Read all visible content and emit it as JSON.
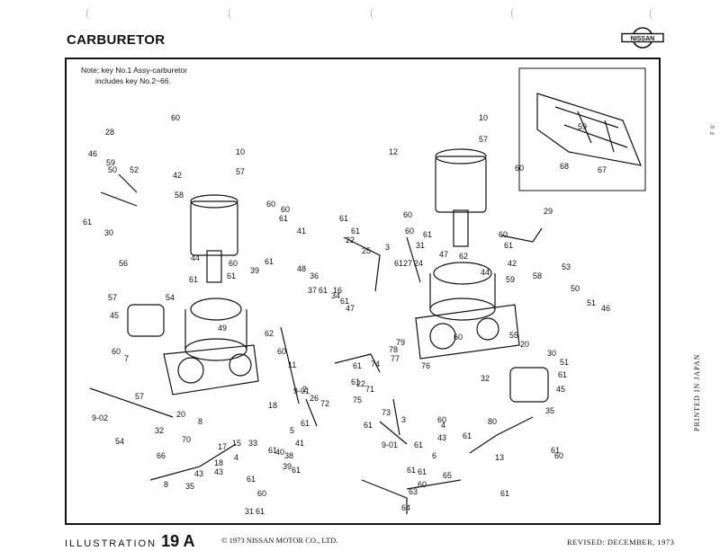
{
  "header": {
    "title": "CARBURETOR",
    "brand": "NISSAN"
  },
  "note": {
    "line1": "Note; key No.1 Assy-carburetor",
    "line2": "includes key No.2~66."
  },
  "diagram": {
    "callouts": [
      "60",
      "28",
      "10",
      "57",
      "42",
      "58",
      "46",
      "59",
      "50",
      "52",
      "12",
      "60",
      "61",
      "10",
      "57",
      "60",
      "60",
      "61",
      "30",
      "56",
      "44",
      "60",
      "61",
      "41",
      "61",
      "61",
      "22",
      "25",
      "3",
      "60",
      "60",
      "61",
      "31",
      "61",
      "27",
      "24",
      "44",
      "29",
      "60",
      "61",
      "42",
      "58",
      "53",
      "50",
      "51",
      "57",
      "45",
      "54",
      "60",
      "7",
      "61",
      "39",
      "48",
      "36",
      "37",
      "61",
      "16",
      "34",
      "61",
      "47",
      "61",
      "47",
      "62",
      "59",
      "46",
      "55",
      "20",
      "30",
      "51",
      "61",
      "49",
      "62",
      "60",
      "11",
      "79",
      "78",
      "77",
      "76",
      "74",
      "61",
      "60",
      "32",
      "45",
      "57",
      "9-01",
      "2",
      "26",
      "61",
      "22",
      "71",
      "75",
      "73",
      "72",
      "80",
      "61",
      "9-02",
      "54",
      "32",
      "20",
      "8",
      "18",
      "61",
      "5",
      "41",
      "61",
      "3",
      "60",
      "4",
      "43",
      "70",
      "17",
      "18",
      "33",
      "15",
      "61",
      "40",
      "38",
      "39",
      "61",
      "61",
      "6",
      "61",
      "9-01",
      "13",
      "66",
      "8",
      "35",
      "43",
      "43",
      "4",
      "61",
      "60",
      "31",
      "61",
      "61",
      "65",
      "63",
      "64",
      "60",
      "35",
      "61",
      "61",
      "60",
      "59",
      "68",
      "67"
    ]
  },
  "footer": {
    "illustration_label": "ILLUSTRATION",
    "illustration_number": "19 A",
    "copyright": "© 1973 NISSAN MOTOR CO., LTD.",
    "revised": "REVISED: DECEMBER, 1973",
    "printed": "PRINTED IN JAPAN",
    "side_mark": "F    ①"
  }
}
